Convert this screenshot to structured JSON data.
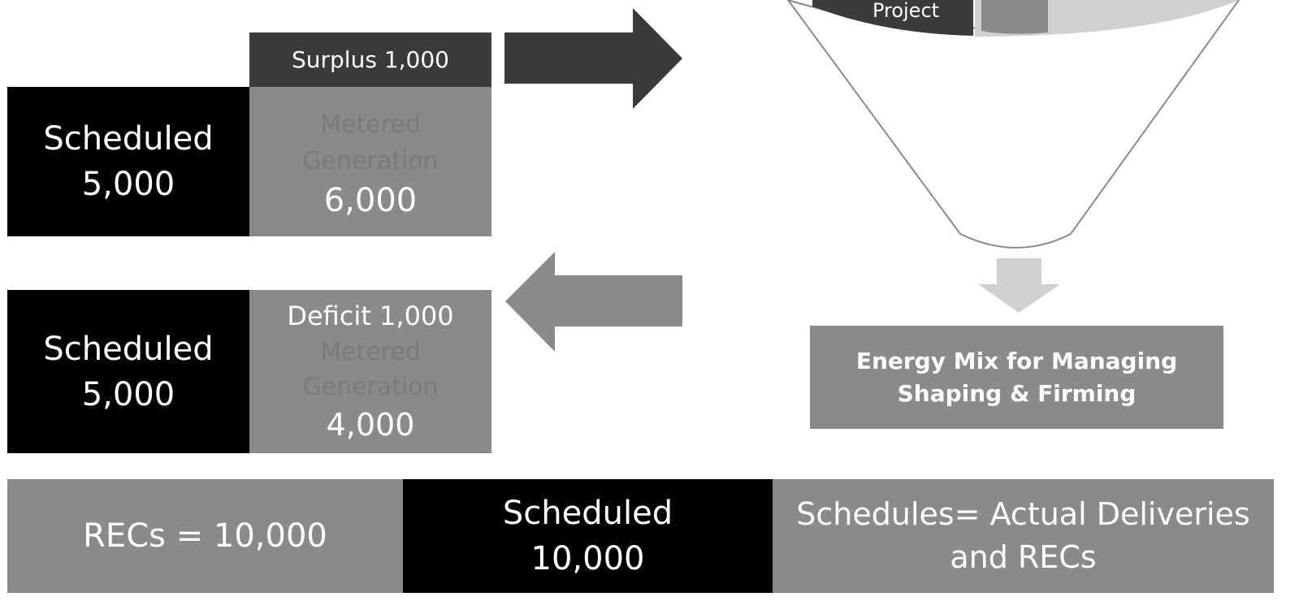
{
  "surplus_case": {
    "surplus_label": "Surplus 1,000",
    "scheduled_label": "Scheduled",
    "scheduled_value": "5,000",
    "metered_line1": "Metered",
    "metered_line2": "Generation",
    "metered_value": "6,000"
  },
  "deficit_case": {
    "deficit_label": "Deficit 1,000",
    "scheduled_label": "Scheduled",
    "scheduled_value": "5,000",
    "metered_line1": "Metered",
    "metered_line2": "Generation",
    "metered_value": "4,000"
  },
  "funnel": {
    "top_label_line1": "Project",
    "top_label_line2": "..."
  },
  "energy_mix": {
    "line1": "Energy Mix for Managing",
    "line2": "Shaping & Firming"
  },
  "bottom_row": {
    "recs": "RECs = 10,000",
    "scheduled_label": "Scheduled",
    "scheduled_value": "10,000",
    "deliveries_line1": "Schedules= Actual Deliveries",
    "deliveries_line2": "and RECs"
  },
  "colors": {
    "black": "#000000",
    "dark_gray": "#3a3a3a",
    "mid_gray": "#8a8a8a",
    "light_gray": "#d0d0d0",
    "white": "#ffffff"
  }
}
